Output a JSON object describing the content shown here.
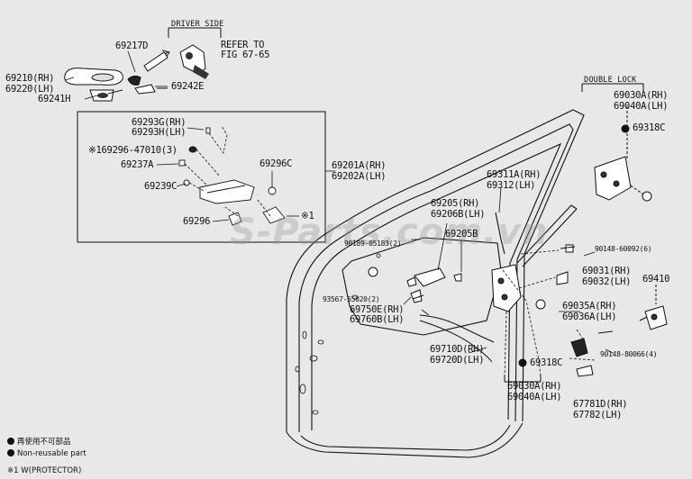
{
  "headers": {
    "driver_side": "DRIVER SIDE",
    "double_lock": "DOUBLE LOCK",
    "refer_line1": "REFER TO",
    "refer_line2": "FIG 67-65"
  },
  "watermark": "S-Parts.com.vn",
  "labels": {
    "p69217D": "69217D",
    "p69210": "69210(RH)",
    "p69220": "69220(LH)",
    "p69241H": "69241H",
    "p69242E": "69242E",
    "p69293G": "69293G(RH)",
    "p69293H": "69293H(LH)",
    "p69296_47010": "※169296-47010(3)",
    "p69237A": "69237A",
    "p69296C": "69296C",
    "p69239C": "69239C",
    "p69296": "69296",
    "p_protector_mark": "※1",
    "p69201A": "69201A(RH)",
    "p69202A": "69202A(LH)",
    "p69030A_top": "69030A(RH)",
    "p69040A_top": "69040A(LH)",
    "p69318C_top": "69318C",
    "p69311A": "69311A(RH)",
    "p69312": "69312(LH)",
    "p69205": "69205(RH)",
    "p69206B": "69206B(LH)",
    "p69205B": "69205B",
    "p90189": "90189-05183(2)",
    "p90148_60092": "90148-60092(6)",
    "p69031": "69031(RH)",
    "p69032": "69032(LH)",
    "p69410": "69410",
    "p93567": "93567-55020(2)",
    "p69750E": "69750E(RH)",
    "p69760B": "69760B(LH)",
    "p69035A": "69035A(RH)",
    "p69036A": "69036A(LH)",
    "p90148_80066": "90148-80066(4)",
    "p69710D": "69710D(RH)",
    "p69720D": "69720D(LH)",
    "p69318C_bot": "69318C",
    "p69030A_bot": "69030A(RH)",
    "p69040A_bot": "69040A(LH)",
    "p67781D": "67781D(RH)",
    "p67782": "67782(LH)"
  },
  "legend": {
    "jp": "再使用不可部品",
    "en": "Non-reusable part",
    "protector": "※1 W(PROTECTOR)"
  }
}
